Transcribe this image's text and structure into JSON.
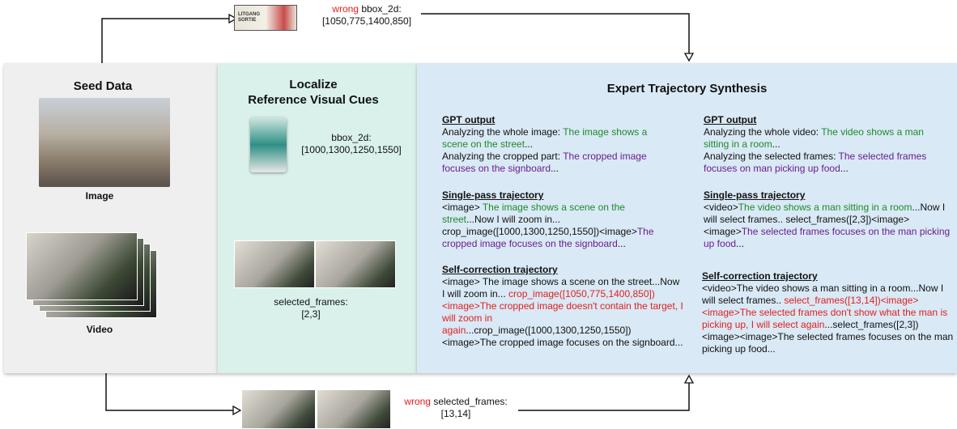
{
  "seed": {
    "title": "Seed Data",
    "image_label": "Image",
    "video_label": "Video"
  },
  "localize": {
    "title_line1": "Localize",
    "title_line2": "Reference Visual Cues",
    "bbox_label": "bbox_2d:",
    "bbox_value": "[1000,1300,1250,1550]",
    "frames_label": "selected_frames:",
    "frames_value": "[2,3]"
  },
  "wrong_top": {
    "wrong_word": "wrong",
    "label": " bbox_2d:",
    "value": "[1050,775,1400,850]",
    "sign_text": "LITGANG SORTIE"
  },
  "wrong_bottom": {
    "wrong_word": "wrong",
    "label": " selected_frames:",
    "value": "[13,14]"
  },
  "expert": {
    "title": "Expert Trajectory Synthesis",
    "left": {
      "gpt_head": "GPT output",
      "gpt_l1_black": "Analyzing the whole image: ",
      "gpt_l1_green": "The image shows a scene on the street",
      "gpt_l1_end": "...",
      "gpt_l2_black": "Analyzing the cropped part: ",
      "gpt_l2_purple": "The cropped image focuses on the signboard",
      "gpt_l2_end": "...",
      "single_head": "Single-pass trajectory",
      "single_1": "<image> ",
      "single_2_green": "The image shows a scene on the street",
      "single_3": "...Now I will zoom in... crop_image([1000,1300,1250,1550])<image>",
      "single_4_purple": "The cropped image focuses on the signboard",
      "single_5": "...",
      "self_head": "Self-correction trajectory",
      "self_1": "<image> The image shows a scene on the street...Now I will zoom in... ",
      "self_2_red": "crop_image([1050,775,1400,850])<image>The cropped image doesn't contain the target, I will zoom in again",
      "self_3": "...crop_image([1000,1300,1250,1550])<image>The cropped image focuses on the signboard..."
    },
    "right": {
      "gpt_head": "GPT output",
      "gpt_l1_black": "Analyzing the whole video: ",
      "gpt_l1_green": "The video shows a man sitting in a room",
      "gpt_l1_end": "...",
      "gpt_l2_black": "Analyzing the selected frames: ",
      "gpt_l2_purple": "The selected frames focuses on man picking up food",
      "gpt_l2_end": "...",
      "single_head": "Single-pass trajectory",
      "single_1": "<video>",
      "single_2_green": "The video shows a man sitting in a room",
      "single_3": "...Now I will select frames.. select_frames([2,3])<image><image>",
      "single_4_purple": "The selected frames focuses on the man picking up food",
      "single_5": "...",
      "self_head": "Self-correction trajectory",
      "self_1": "<video>The video shows a man sitting in a room...Now I will select frames.. ",
      "self_2_red": "select_frames([13,14])<image><image>The selected frames don't show what the man is picking up, I will select again",
      "self_3": "...select_frames([2,3])<image><image>The selected frames focuses on the man picking up food..."
    }
  }
}
